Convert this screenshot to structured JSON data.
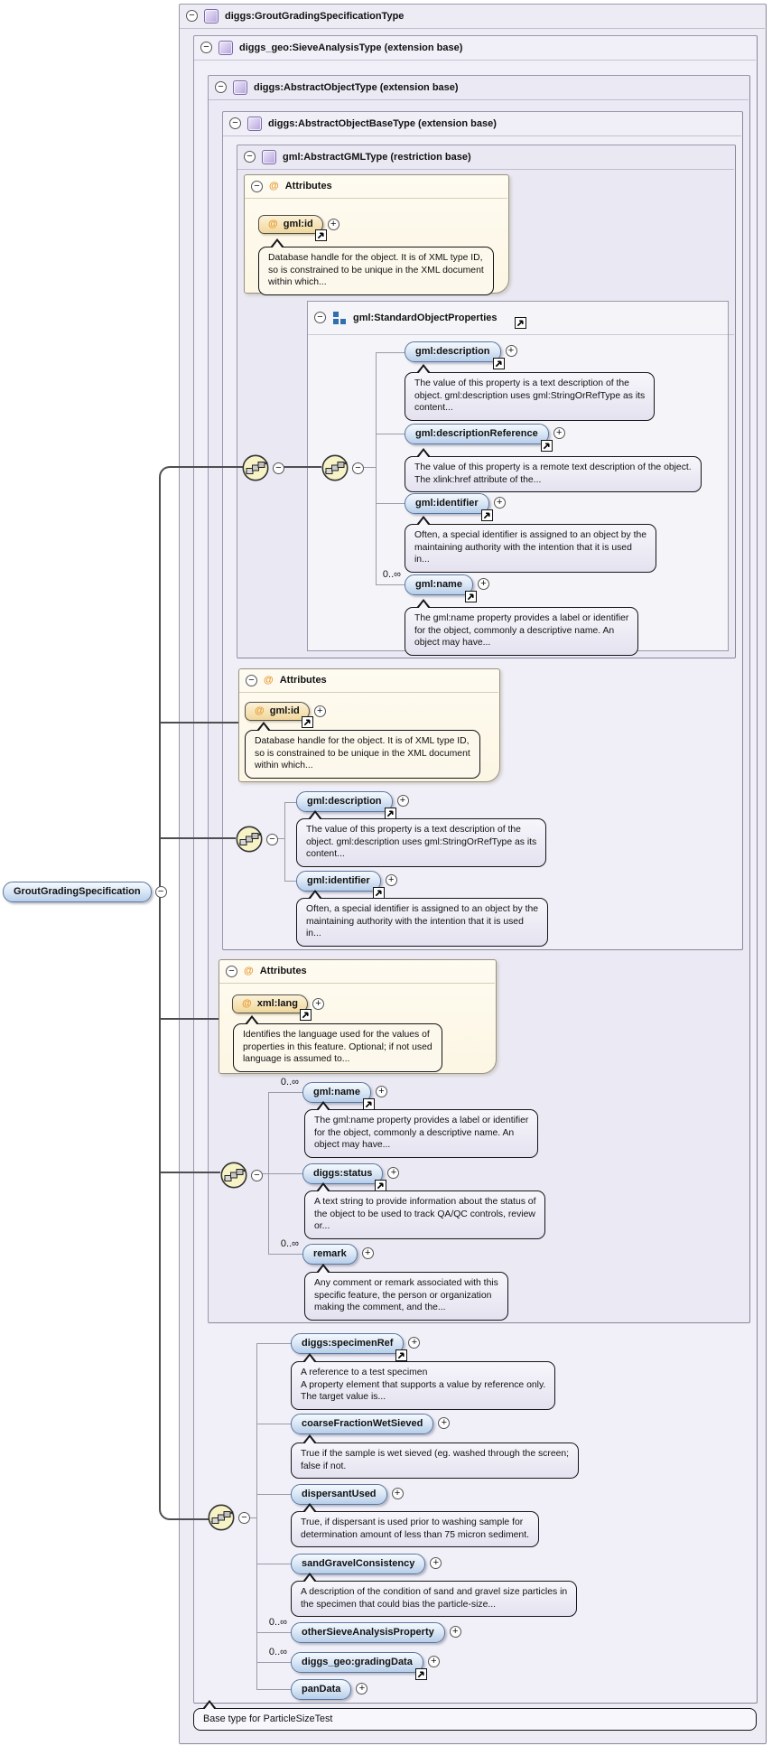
{
  "labels": {
    "attributes": "Attributes",
    "at": "@",
    "occurs": "0..∞"
  },
  "root_element": "GroutGradingSpecification",
  "footer_note": "Base type for ParticleSizeTest",
  "type_boxes": [
    "diggs:GroutGradingSpecificationType",
    "diggs_geo:SieveAnalysisType (extension base)",
    "diggs:AbstractObjectType (extension base)",
    "diggs:AbstractObjectBaseType (extension base)",
    "gml:AbstractGMLType (restriction base)"
  ],
  "model_group": "gml:StandardObjectProperties",
  "attributes": [
    {
      "name": "gml:id",
      "doc": [
        "Database handle for the object. It is of XML type ID,",
        "so is constrained to be unique in the XML document",
        "within which..."
      ]
    },
    {
      "name": "gml:id",
      "doc": [
        "Database handle for the object. It is of XML type ID,",
        "so is constrained to be unique in the XML document",
        "within which..."
      ]
    },
    {
      "name": "xml:lang",
      "doc": [
        "Identifies the language used for the values of",
        "properties in this feature. Optional; if not used",
        "language is assumed to..."
      ]
    }
  ],
  "elements": [
    {
      "name": "gml:description",
      "doc": [
        "The value of this property is a text description of the",
        "object. gml:description uses gml:StringOrRefType as its",
        "content..."
      ]
    },
    {
      "name": "gml:descriptionReference",
      "doc": [
        "The value of this property is a remote text description of the object.",
        "The xlink:href attribute of the..."
      ]
    },
    {
      "name": "gml:identifier",
      "doc": [
        "Often, a special identifier is assigned to an object by the",
        "maintaining authority with the intention that it is used",
        "in..."
      ]
    },
    {
      "name": "gml:name",
      "doc": [
        "The gml:name property provides a label or identifier",
        "for the object, commonly a descriptive name. An",
        "object may have..."
      ]
    },
    {
      "name": "gml:description",
      "doc": [
        "The value of this property is a text description of the",
        "object. gml:description uses gml:StringOrRefType as its",
        "content..."
      ]
    },
    {
      "name": "gml:identifier",
      "doc": [
        "Often, a special identifier is assigned to an object by the",
        "maintaining authority with the intention that it is used",
        "in..."
      ]
    },
    {
      "name": "gml:name",
      "doc": [
        "The gml:name property provides a label or identifier",
        "for the object, commonly a descriptive name. An",
        "object may have..."
      ]
    },
    {
      "name": "diggs:status",
      "doc": [
        "A text string to provide information about the status of",
        "the object to be used to track QA/QC controls, review",
        "or..."
      ]
    },
    {
      "name": "remark",
      "doc": [
        "Any comment or remark associated with this",
        "specific feature, the person or organization",
        "making the comment, and the..."
      ]
    },
    {
      "name": "diggs:specimenRef",
      "doc": [
        "A reference to a test specimen",
        "A property element that supports a value by reference only.",
        "The target value is..."
      ]
    },
    {
      "name": "coarseFractionWetSieved",
      "doc": [
        "True if the sample is wet sieved (eg. washed through the screen;",
        "false if not."
      ]
    },
    {
      "name": "dispersantUsed",
      "doc": [
        "True, if dispersant is used prior to washing sample for",
        "determination amount of less than 75 micron sediment."
      ]
    },
    {
      "name": "sandGravelConsistency",
      "doc": [
        "A description of the condition of sand and gravel size particles in",
        "the specimen that could bias the particle-size..."
      ]
    },
    {
      "name": "otherSieveAnalysisProperty",
      "doc": []
    },
    {
      "name": "diggs_geo:gradingData",
      "doc": []
    },
    {
      "name": "panData",
      "doc": []
    }
  ],
  "colors": {
    "element_pill": "#B7CEE9",
    "attribute_pill": "#F4DFAC",
    "attribute_panel": "#FCF6E3",
    "type_icon_purple": "#B5A3DC",
    "model_group_icon_blue": "#2F6FAE",
    "doc_bubble": "#EAE8F3",
    "at_symbol_orange": "#E8982C",
    "box_lavender": "#EDEBF4",
    "connector_dark": "#4E4E52"
  }
}
